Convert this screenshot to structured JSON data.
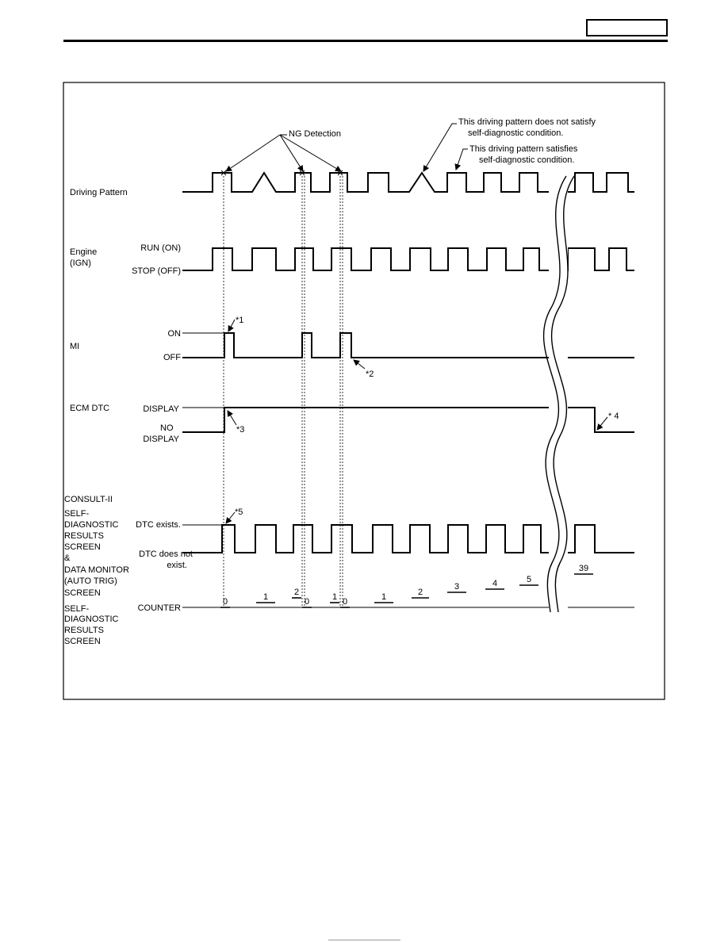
{
  "annotations": {
    "ng_detection": "NG Detection",
    "not_satisfy_line1": "This driving pattern does not satisfy",
    "not_satisfy_line2": "self-diagnostic condition.",
    "satisfies_line1": "This driving pattern  satisfies",
    "satisfies_line2": "self-diagnostic condition."
  },
  "rows": {
    "driving_pattern": "Driving Pattern",
    "engine_line1": "Engine",
    "engine_line2": "(IGN)",
    "engine_run": "RUN (ON)",
    "engine_stop": "STOP (OFF)",
    "mi": "MI",
    "mi_on": "ON",
    "mi_off": "OFF",
    "ecm_dtc": "ECM DTC",
    "ecm_display": "DISPLAY",
    "ecm_no_display_line1": "NO",
    "ecm_no_display_line2": "DISPLAY",
    "consult_lines": [
      "CONSULT-II",
      "SELF-",
      "DIAGNOSTIC",
      "RESULTS",
      "SCREEN",
      "&",
      "DATA MONITOR",
      "(AUTO TRIG)",
      "SCREEN",
      "SELF-",
      "DIAGNOSTIC",
      "RESULTS",
      "SCREEN"
    ],
    "dtc_exists": "DTC exists.",
    "dtc_not_line1": "DTC does not",
    "dtc_not_line2": "exist.",
    "counter": "COUNTER"
  },
  "notes": {
    "n1": "*1",
    "n2": "*2",
    "n3": "*3",
    "n4": "* 4",
    "n5": "*5"
  },
  "counter_values": [
    "0",
    "1",
    "2",
    "0",
    "1",
    "0",
    "1",
    "2",
    "3",
    "4",
    "5",
    "39"
  ]
}
